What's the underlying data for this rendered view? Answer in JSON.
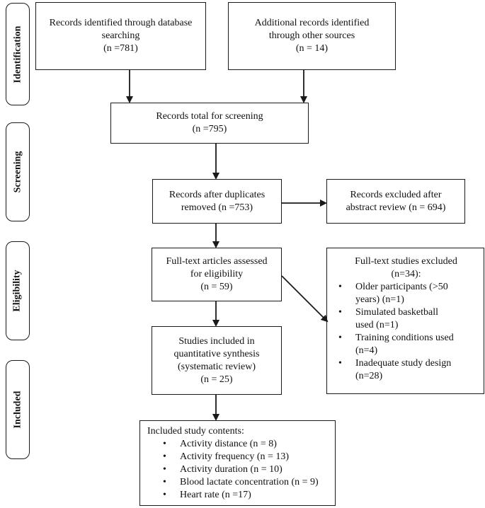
{
  "stages": {
    "identification": "Identification",
    "screening": "Screening",
    "eligibility": "Eligibility",
    "included": "Included"
  },
  "boxes": {
    "database": [
      "Records identified through database",
      "searching",
      "(n =781)"
    ],
    "other_sources": [
      "Additional records identified",
      "through other sources",
      "(n = 14)"
    ],
    "total_screening": [
      "Records total for screening",
      "(n =795)"
    ],
    "after_duplicates": [
      "Records after duplicates",
      "removed (n =753)"
    ],
    "excluded_abstract": [
      "Records excluded after",
      "abstract review (n = 694)"
    ],
    "fulltext_assessed": [
      "Full-text articles assessed",
      "for eligibility",
      "(n = 59)"
    ],
    "fulltext_excluded": {
      "title": [
        "Full-text studies excluded",
        "(n=34):"
      ],
      "items": [
        [
          "Older participants (>50",
          "years) (n=1)"
        ],
        [
          "Simulated basketball",
          "used (n=1)"
        ],
        [
          "Training conditions used",
          "(n=4)"
        ],
        [
          "Inadequate study design",
          "(n=28)"
        ]
      ]
    },
    "included_synthesis": [
      "Studies included in",
      "quantitative synthesis",
      "(systematic review)",
      "(n = 25)"
    ],
    "study_contents": {
      "title": "Included study contents:",
      "items": [
        "Activity distance (n = 8)",
        "Activity frequency (n = 13)",
        "Activity duration (n = 10)",
        "Blood lactate concentration (n = 9)",
        "Heart rate (n =17)"
      ]
    }
  }
}
